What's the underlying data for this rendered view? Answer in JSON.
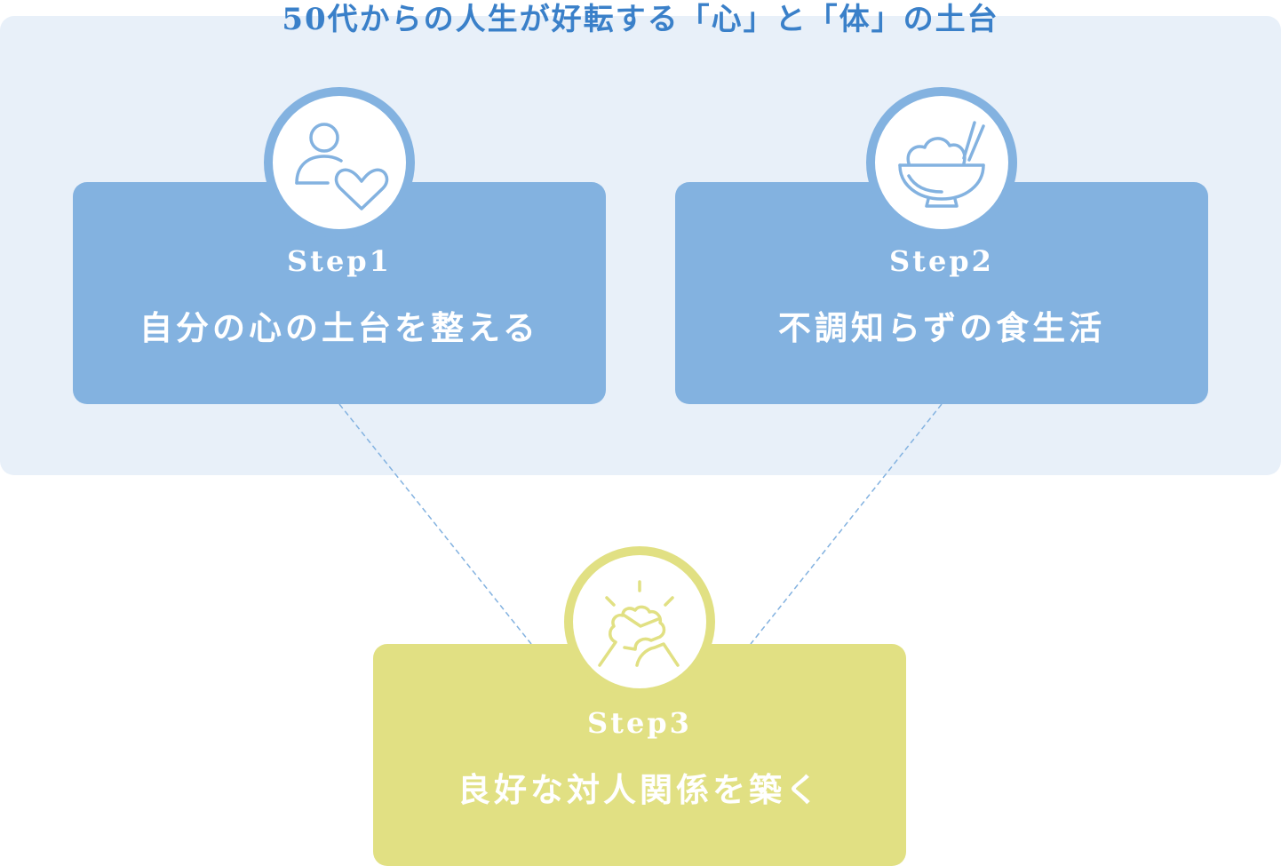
{
  "title": "50代からの人生が好転する「心」と「体」の土台",
  "steps": [
    {
      "step": "Step1",
      "label": "自分の心の土台を整える",
      "icon": "person-heart-icon"
    },
    {
      "step": "Step2",
      "label": "不調知らずの食生活",
      "icon": "rice-bowl-icon"
    },
    {
      "step": "Step3",
      "label": "良好な対人関係を築く",
      "icon": "handshake-icon"
    }
  ],
  "colors": {
    "blue": "#83b2e0",
    "panel": "#e8f0f9",
    "title": "#3a80c9",
    "yellow": "#e1e083"
  }
}
